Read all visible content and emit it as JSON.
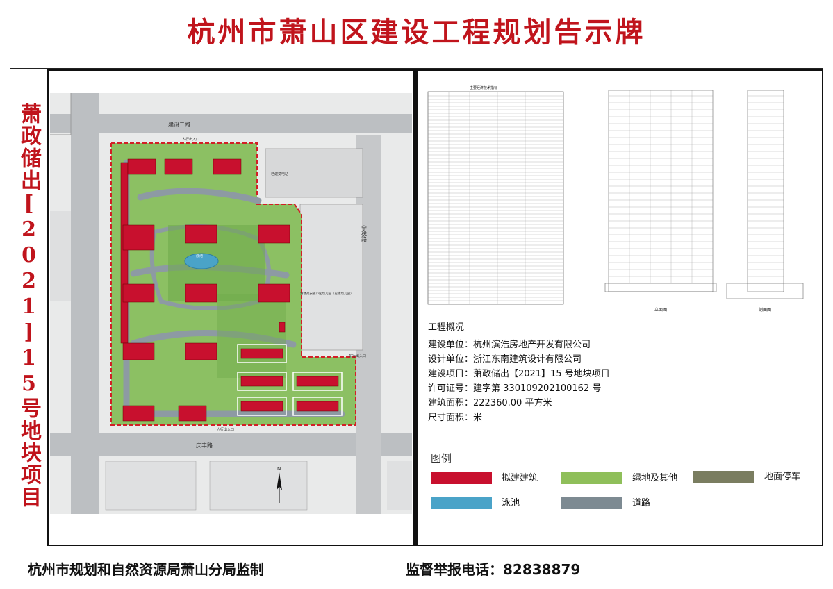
{
  "title": "杭州市萧山区建设工程规划告示牌",
  "side_text": "萧政储出[2021]15号地块项目",
  "project": {
    "heading": "工程概况",
    "rows": [
      {
        "label": "建设单位：",
        "value": "杭州滨浩房地产开发有限公司"
      },
      {
        "label": "设计单位：",
        "value": "浙江东南建筑设计有限公司"
      },
      {
        "label": "建设项目：",
        "value": "萧政储出【2021】15 号地块项目"
      },
      {
        "label": "许可证号：",
        "value": "建字第 330109202100162 号"
      },
      {
        "label": "建筑面积：",
        "value": "222360.00 平方米"
      },
      {
        "label": "尺寸面积：",
        "value": "米"
      }
    ]
  },
  "legend": {
    "title": "图例",
    "items": [
      {
        "label": "拟建建筑",
        "color": "#c8102e"
      },
      {
        "label": "绿地及其他",
        "color": "#8fbf5a"
      },
      {
        "label": "地面停车",
        "color": "#7a7d60"
      },
      {
        "label": "泳池",
        "color": "#4aa3c8"
      },
      {
        "label": "道路",
        "color": "#7d8a92"
      }
    ]
  },
  "drawings": {
    "table_title": "主要经济技术指标",
    "elevation_label": "立面图",
    "section_label": "剖面图"
  },
  "map": {
    "road_top": "建设二路",
    "road_bottom": "庆丰路",
    "road_right": "宁税路",
    "pool_label": "泳池",
    "substation": "已建变电站",
    "kindergarten_top": "清楼苑安置小区幼儿园（已建幼儿园）",
    "entrance_top": "人行出入口",
    "entrance_bottom": "人行出入口",
    "entrance_right": "车行出入口",
    "north": "N"
  },
  "footer": {
    "left": "杭州市规划和自然资源局萧山分局监制",
    "right": "监督举报电话：82838879"
  }
}
